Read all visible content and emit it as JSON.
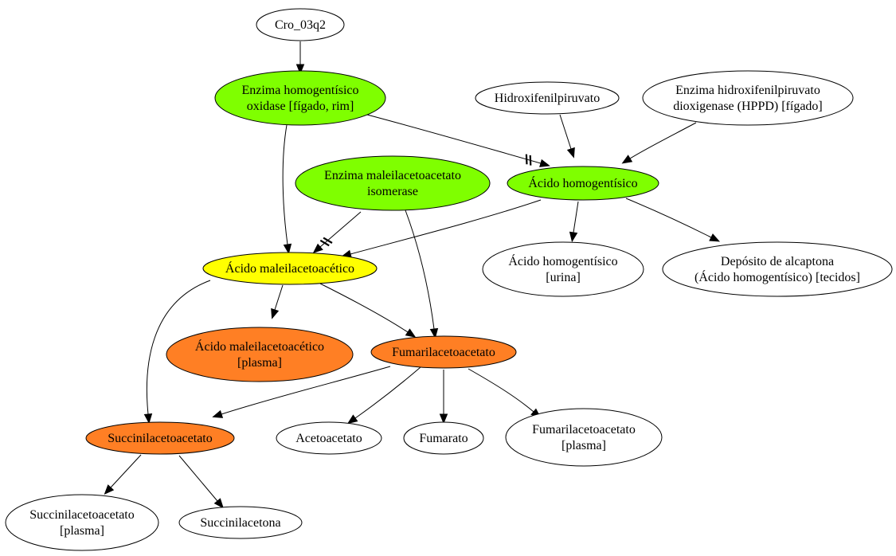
{
  "colors": {
    "white": "#ffffff",
    "green": "#7fff00",
    "yellow": "#ffff00",
    "orange": "#ff7f24"
  },
  "nodes": {
    "cro": {
      "lines": [
        "Cro_03q2"
      ],
      "fill": "white"
    },
    "enz_hgo": {
      "lines": [
        "Enzima homogentísico",
        "oxidase [fígado, rim]"
      ],
      "fill": "green"
    },
    "hidroxi": {
      "lines": [
        "Hidroxifenilpiruvato"
      ],
      "fill": "white"
    },
    "enz_hppd": {
      "lines": [
        "Enzima hidroxifenilpiruvato",
        "dioxigenase (HPPD) [fígado]"
      ],
      "fill": "white"
    },
    "enz_mai": {
      "lines": [
        "Enzima maleilacetoacetato",
        "isomerase"
      ],
      "fill": "green"
    },
    "acido_hg": {
      "lines": [
        "Ácido homogentísico"
      ],
      "fill": "green"
    },
    "acido_mal": {
      "lines": [
        "Ácido maleilacetoacético"
      ],
      "fill": "yellow"
    },
    "acido_hg_urina": {
      "lines": [
        "Ácido homogentísico",
        "[urina]"
      ],
      "fill": "white"
    },
    "deposito": {
      "lines": [
        "Depósito de alcaptona",
        "(Ácido homogentísico) [tecidos]"
      ],
      "fill": "white"
    },
    "acido_mal_plasma": {
      "lines": [
        "Ácido maleilacetoacético",
        "[plasma]"
      ],
      "fill": "orange"
    },
    "fumaril": {
      "lines": [
        "Fumarilacetoacetato"
      ],
      "fill": "orange"
    },
    "succinil": {
      "lines": [
        "Succinilacetoacetato"
      ],
      "fill": "orange"
    },
    "acetoacetato": {
      "lines": [
        "Acetoacetato"
      ],
      "fill": "white"
    },
    "fumarato": {
      "lines": [
        "Fumarato"
      ],
      "fill": "white"
    },
    "fumaril_plasma": {
      "lines": [
        "Fumarilacetoacetato",
        "[plasma]"
      ],
      "fill": "white"
    },
    "succinil_plasma": {
      "lines": [
        "Succinilacetoacetato",
        "[plasma]"
      ],
      "fill": "white"
    },
    "succinilacetona": {
      "lines": [
        "Succinilacetona"
      ],
      "fill": "white"
    }
  },
  "edges": [
    {
      "from": "cro",
      "to": "enz_hgo",
      "type": "activates"
    },
    {
      "from": "enz_hgo",
      "to": "acido_hg",
      "type": "inhibits"
    },
    {
      "from": "enz_hgo",
      "to": "acido_mal",
      "type": "activates"
    },
    {
      "from": "hidroxi",
      "to": "acido_hg",
      "type": "activates"
    },
    {
      "from": "enz_hppd",
      "to": "acido_hg",
      "type": "activates"
    },
    {
      "from": "enz_mai",
      "to": "acido_mal",
      "type": "inhibits"
    },
    {
      "from": "enz_mai",
      "to": "fumaril",
      "type": "activates"
    },
    {
      "from": "acido_hg",
      "to": "acido_mal",
      "type": "activates"
    },
    {
      "from": "acido_hg",
      "to": "acido_hg_urina",
      "type": "activates"
    },
    {
      "from": "acido_hg",
      "to": "deposito",
      "type": "activates"
    },
    {
      "from": "acido_mal",
      "to": "acido_mal_plasma",
      "type": "activates"
    },
    {
      "from": "acido_mal",
      "to": "fumaril",
      "type": "activates"
    },
    {
      "from": "acido_mal",
      "to": "succinil",
      "type": "activates"
    },
    {
      "from": "fumaril",
      "to": "succinil",
      "type": "activates"
    },
    {
      "from": "fumaril",
      "to": "acetoacetato",
      "type": "activates"
    },
    {
      "from": "fumaril",
      "to": "fumarato",
      "type": "activates"
    },
    {
      "from": "fumaril",
      "to": "fumaril_plasma",
      "type": "activates"
    },
    {
      "from": "succinil",
      "to": "succinil_plasma",
      "type": "activates"
    },
    {
      "from": "succinil",
      "to": "succinilacetona",
      "type": "activates"
    }
  ]
}
